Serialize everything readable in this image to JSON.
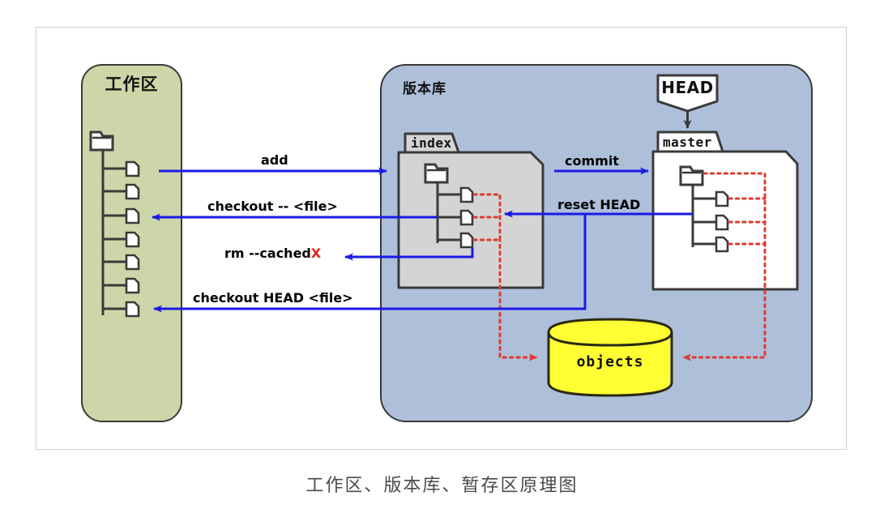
{
  "diagram": {
    "caption": "工作区、版本库、暂存区原理图",
    "areas": {
      "workspace": {
        "title": "工作区",
        "color": "#cdd6a8",
        "file_count": 7,
        "icon": "folder-tree-icon"
      },
      "repository": {
        "title": "版本库",
        "color": "#aebfda"
      }
    },
    "nodes": {
      "index": {
        "label": "index",
        "color": "#d4d4d4",
        "file_count": 3,
        "icon": "folder-tab-icon"
      },
      "master": {
        "label": "master",
        "color": "#ffffff",
        "file_count": 3,
        "icon": "folder-tab-icon"
      },
      "head": {
        "label": "HEAD",
        "color": "#ffffff",
        "icon": "pentagon-pointer-icon"
      },
      "objects": {
        "label": "objects",
        "color": "#ffff33",
        "icon": "database-cylinder-icon"
      }
    },
    "commands": [
      {
        "id": "add",
        "label": "add",
        "from": "workspace",
        "to": "index",
        "color": "#1a1ae6"
      },
      {
        "id": "checkout-file",
        "label": "checkout -- <file>",
        "from": "index",
        "to": "workspace",
        "color": "#1a1ae6"
      },
      {
        "id": "rm-cached",
        "label": "rm --cached",
        "suffix": "X",
        "from": "index",
        "to": "workspace",
        "color": "#1a1ae6",
        "suffix_color": "#e8201a"
      },
      {
        "id": "checkout-head",
        "label": "checkout HEAD <file>",
        "from": "master",
        "to": "workspace",
        "color": "#1a1ae6"
      },
      {
        "id": "commit",
        "label": "commit",
        "from": "index",
        "to": "master",
        "color": "#1a1ae6"
      },
      {
        "id": "reset-head",
        "label": "reset HEAD",
        "from": "master",
        "to": "index",
        "color": "#1a1ae6"
      }
    ],
    "object_links": [
      {
        "from": "index",
        "to": "objects",
        "style": "dotted",
        "color": "#e03a2f"
      },
      {
        "from": "master",
        "to": "objects",
        "style": "dotted",
        "color": "#e03a2f"
      }
    ]
  }
}
